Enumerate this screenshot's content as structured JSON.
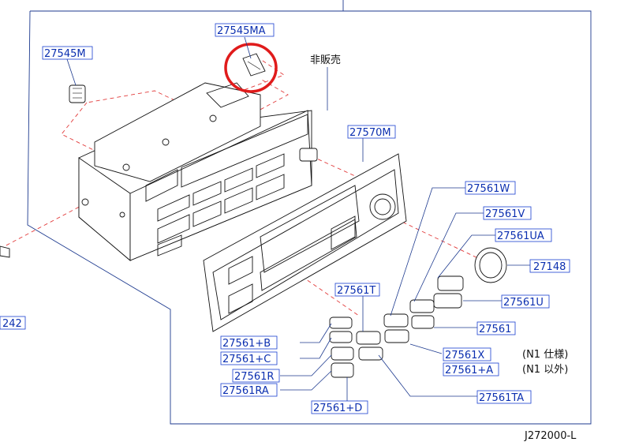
{
  "parts": [
    {
      "id": "p27545MA",
      "label": "27545MA"
    },
    {
      "id": "p27545M",
      "label": "27545M"
    },
    {
      "id": "p27570M",
      "label": "27570M"
    },
    {
      "id": "p27561W",
      "label": "27561W"
    },
    {
      "id": "p27561V",
      "label": "27561V"
    },
    {
      "id": "p27561UA",
      "label": "27561UA"
    },
    {
      "id": "p27148",
      "label": "27148"
    },
    {
      "id": "p27561U",
      "label": "27561U"
    },
    {
      "id": "p27561T",
      "label": "27561T"
    },
    {
      "id": "p27561",
      "label": "27561"
    },
    {
      "id": "p27561B",
      "label": "27561+B"
    },
    {
      "id": "p27561C",
      "label": "27561+C"
    },
    {
      "id": "p27561X",
      "label": "27561X"
    },
    {
      "id": "p27561A",
      "label": "27561+A"
    },
    {
      "id": "p27561R",
      "label": "27561R"
    },
    {
      "id": "p27561RA",
      "label": "27561RA"
    },
    {
      "id": "p27561TA",
      "label": "27561TA"
    },
    {
      "id": "p27561D",
      "label": "27561+D"
    },
    {
      "id": "p242",
      "label": "242"
    }
  ],
  "notes": {
    "not_for_sale": "非販売",
    "n1_spec": "(N1  仕様)",
    "n1_other": "(N1  以外)",
    "footer_code": "J272000-L"
  }
}
